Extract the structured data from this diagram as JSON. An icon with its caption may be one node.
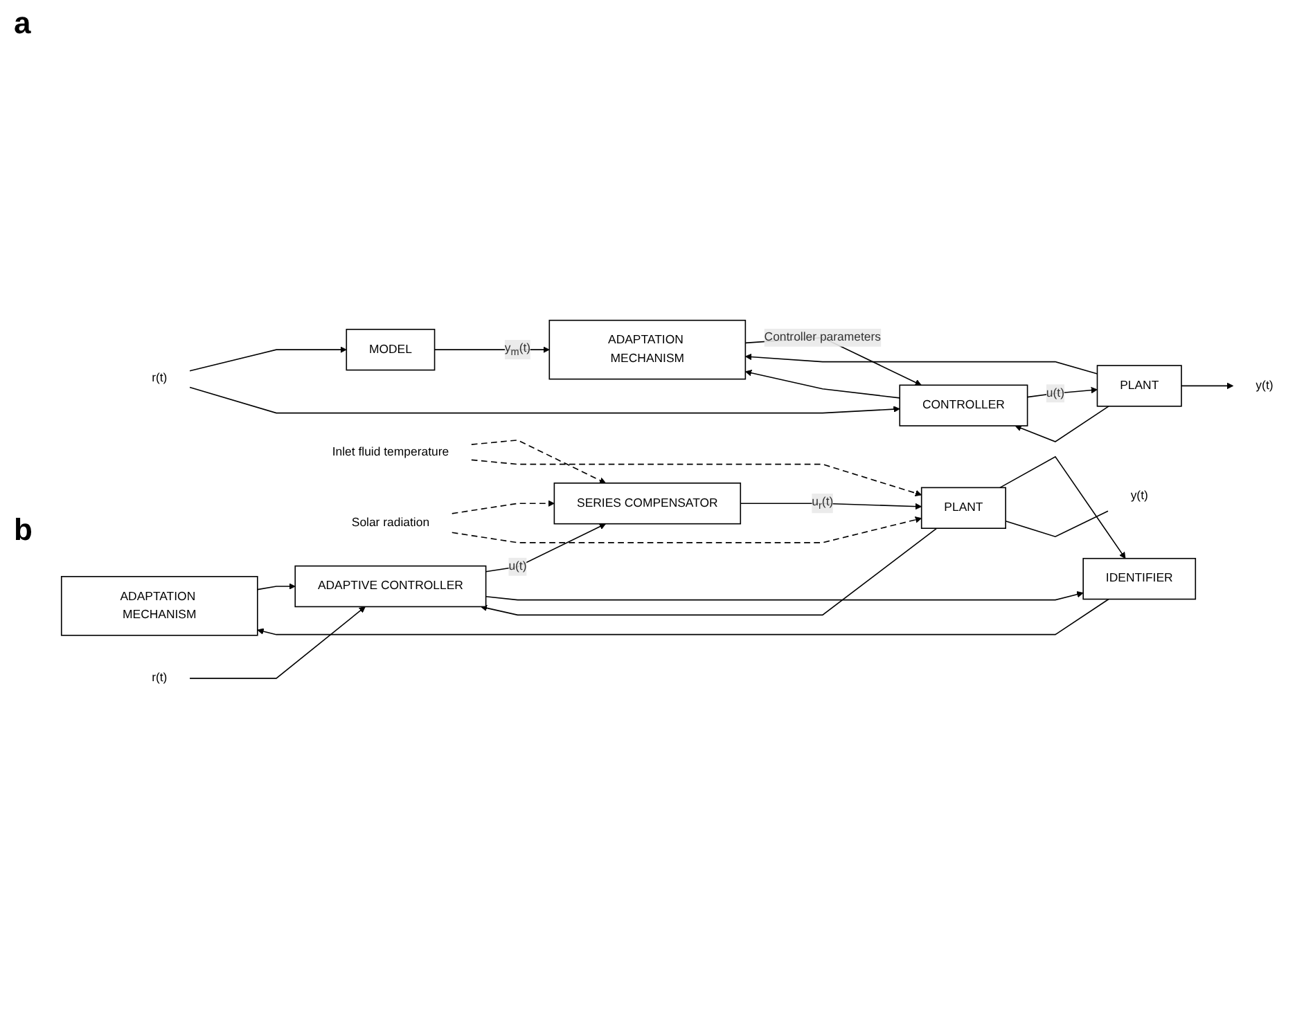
{
  "diagram": {
    "nodes": [
      {
        "text": [
          "MODEL"
        ]
      },
      {
        "text": [
          "ADAPTATION MECHANISM"
        ]
      },
      {
        "text": [
          "CONTROLLER"
        ]
      },
      {
        "text": [
          "PLANT"
        ]
      },
      {
        "text": [
          "r(t)"
        ]
      },
      {
        "text": [
          "y(t)"
        ]
      },
      {
        "text": [
          "ADAPTATION MECHANISM"
        ]
      },
      {
        "text": [
          "IDENTIFIER"
        ]
      },
      {
        "text": [
          "ADAPTIVE CONTROLLER"
        ]
      },
      {
        "text": [
          "SERIES COMPENSATOR"
        ]
      },
      {
        "text": [
          "PLANT"
        ]
      },
      {
        "text": [
          "r(t)"
        ]
      },
      {
        "text": [
          "y(t)"
        ]
      },
      {
        "text": [
          "Inlet fluid temperature"
        ]
      },
      {
        "text": [
          "Solar radiation"
        ]
      }
    ],
    "edges": [
      {
        "from": 4,
        "to": 0,
        "arrow": "to"
      },
      {
        "from": 4,
        "to": 2,
        "arrow": "to"
      },
      {
        "from": 0,
        "to": 1,
        "arrow": "to",
        "label": "y$_{m}$(t)"
      },
      {
        "from": 1,
        "to": 2,
        "arrow": "to",
        "label": "Controller parameters"
      },
      {
        "from": 2,
        "to": 3,
        "arrow": "to",
        "label": "u(t)"
      },
      {
        "from": 2,
        "to": 1,
        "arrow": "to"
      },
      {
        "from": 3,
        "to": 5,
        "arrow": "to"
      },
      {
        "from": 3,
        "to": 1,
        "arrow": "to"
      },
      {
        "from": 3,
        "to": 2,
        "arrow": "to"
      },
      {
        "from": 7,
        "to": 6,
        "arrow": "to"
      },
      {
        "from": 6,
        "to": 8,
        "arrow": "to"
      },
      {
        "from": 11,
        "to": 8,
        "arrow": "to"
      },
      {
        "from": 8,
        "to": 9,
        "arrow": "to",
        "label": "u(t)"
      },
      {
        "from": 8,
        "to": 7,
        "arrow": "to"
      },
      {
        "from": 9,
        "to": 10,
        "arrow": "to",
        "label": "u$_{r}$(t)"
      },
      {
        "from": 10,
        "to": 7,
        "arrow": "to"
      },
      {
        "from": 10,
        "to": 12,
        "arrow": "none"
      },
      {
        "from": 10,
        "to": 8,
        "arrow": "to"
      },
      {
        "from": 13,
        "to": 9,
        "arrow": "to",
        "style": "dashed"
      },
      {
        "from": 13,
        "to": 10,
        "arrow": "to",
        "style": "dashed"
      },
      {
        "from": 14,
        "to": 9,
        "arrow": "to",
        "style": "dashed"
      },
      {
        "from": 14,
        "to": 10,
        "arrow": "to",
        "style": "dashed"
      }
    ],
    "labels": [
      "a",
      "b"
    ]
  }
}
